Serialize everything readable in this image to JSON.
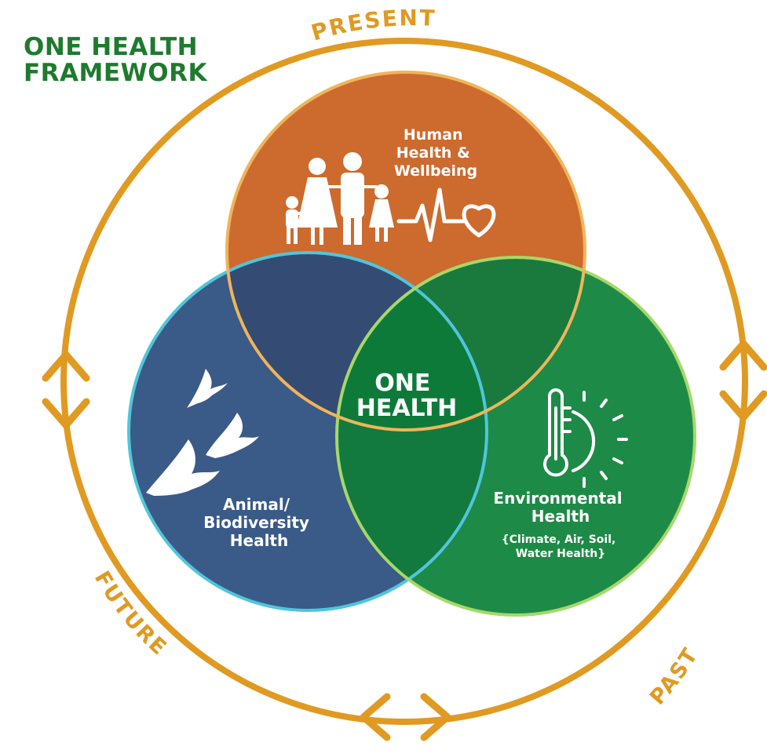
{
  "title": {
    "line1": "ONE HEALTH",
    "line2": "FRAMEWORK"
  },
  "time_ring": {
    "top_label": "PRESENT",
    "left_label": "FUTURE",
    "right_label": "PAST"
  },
  "circles": {
    "human": {
      "lines": [
        "Human",
        "Health &",
        "Wellbeing"
      ]
    },
    "animal": {
      "lines": [
        "Animal/",
        "Biodiversity",
        "Health"
      ]
    },
    "environment": {
      "lines": [
        "Environmental",
        "Health"
      ],
      "sub_lines": [
        "{Climate, Air, Soil,",
        "Water Health}"
      ]
    },
    "center": {
      "lines": [
        "ONE",
        "HEALTH"
      ]
    }
  },
  "colors": {
    "ring": "#e09a22",
    "title": "#1e7a2e",
    "human": "#cd6a2e",
    "animal": "#3a5a88",
    "environment": "#1e8a47",
    "human_animal_overlap": "#344c74",
    "human_env_overlap": "#1a7a3e",
    "animal_env_overlap": "#127a3e",
    "center": "#0e7a3a",
    "human_outline": "#f0b55a",
    "animal_outline": "#4fc6dc",
    "environment_outline": "#a6d86a"
  },
  "icons": [
    "family-icon",
    "heartbeat-icon",
    "birds-icon",
    "thermometer-sun-icon"
  ]
}
